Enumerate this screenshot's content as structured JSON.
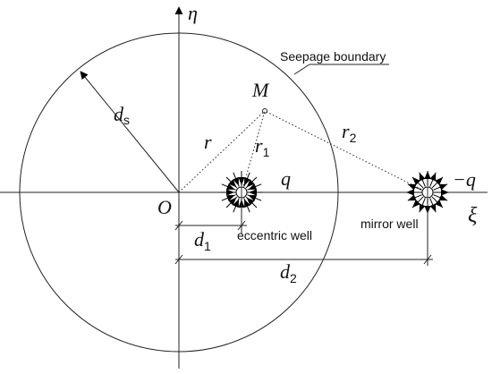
{
  "labels": {
    "eta": "η",
    "xi": "ξ",
    "origin": "O",
    "point_m": "M",
    "ds_base": "d",
    "ds_sub": "s",
    "r": "r",
    "r1_base": "r",
    "r1_sub": "1",
    "r2_base": "r",
    "r2_sub": "2",
    "q": "q",
    "neg_q": "−q",
    "d1_base": "d",
    "d1_sub": "1",
    "d2_base": "d",
    "d2_sub": "2",
    "seepage_boundary": "Seepage boundary",
    "eccentric_well": "eccentric well",
    "mirror_well": "mirror well"
  }
}
